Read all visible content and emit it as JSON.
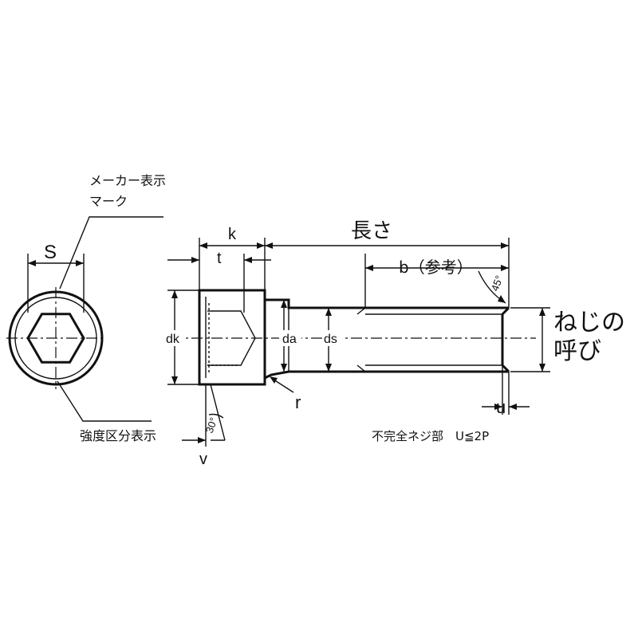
{
  "labels": {
    "maker_mark_line1": "メーカー表示",
    "maker_mark_line2": "マーク",
    "s": "S",
    "strength_class": "強度区分表示",
    "k": "k",
    "t": "t",
    "length": "長さ",
    "b_ref": "b（参考）",
    "angle45": "45°",
    "dk": "dk",
    "da": "da",
    "ds": "ds",
    "r": "r",
    "angle30": "30°",
    "v": "v",
    "u": "u",
    "incomplete_thread": "不完全ネジ部　U≦2P",
    "thread_nominal_line1": "ねじの",
    "thread_nominal_line2": "呼び"
  }
}
